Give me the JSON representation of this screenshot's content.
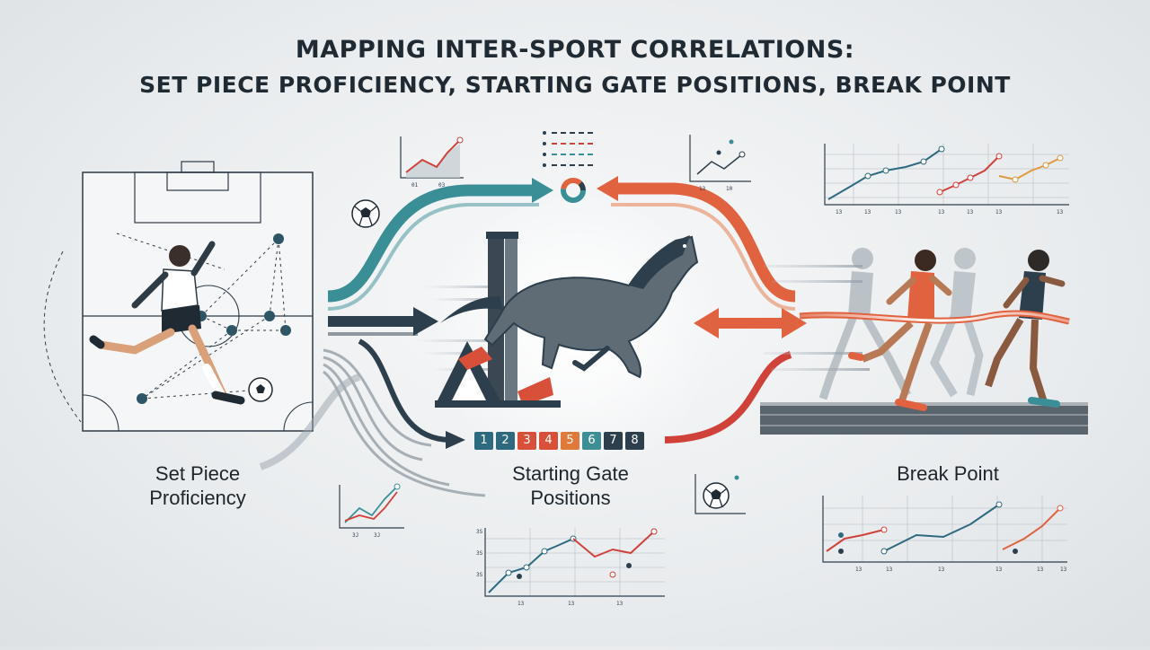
{
  "title": {
    "line1": "MAPPING INTER-SPORT CORRELATIONS:",
    "line2": "SET PIECE PROFICIENCY, STARTING GATE POSITIONS, BREAK POINT"
  },
  "labels": {
    "set_piece": "Set Piece Proficiency",
    "starting_gate": "Starting Gate Positions",
    "break_point": "Break Point"
  },
  "gates": [
    {
      "number": "1",
      "color": "#2d6a80"
    },
    {
      "number": "2",
      "color": "#2d6a80"
    },
    {
      "number": "3",
      "color": "#d8503a"
    },
    {
      "number": "4",
      "color": "#d8503a"
    },
    {
      "number": "5",
      "color": "#e07a3a"
    },
    {
      "number": "6",
      "color": "#3e8f95"
    },
    {
      "number": "7",
      "color": "#2d3e4c"
    },
    {
      "number": "8",
      "color": "#2d3e4c"
    }
  ],
  "colors": {
    "teal": "#3a8f97",
    "navy": "#2d3e4c",
    "orange": "#e0623e",
    "red": "#d0413a",
    "grey": "#9aa4ab"
  },
  "icons": [
    "soccer-ball-icon",
    "horse-icon",
    "runner-icon",
    "footballer-icon",
    "starting-gate-icon",
    "donut-icon"
  ]
}
